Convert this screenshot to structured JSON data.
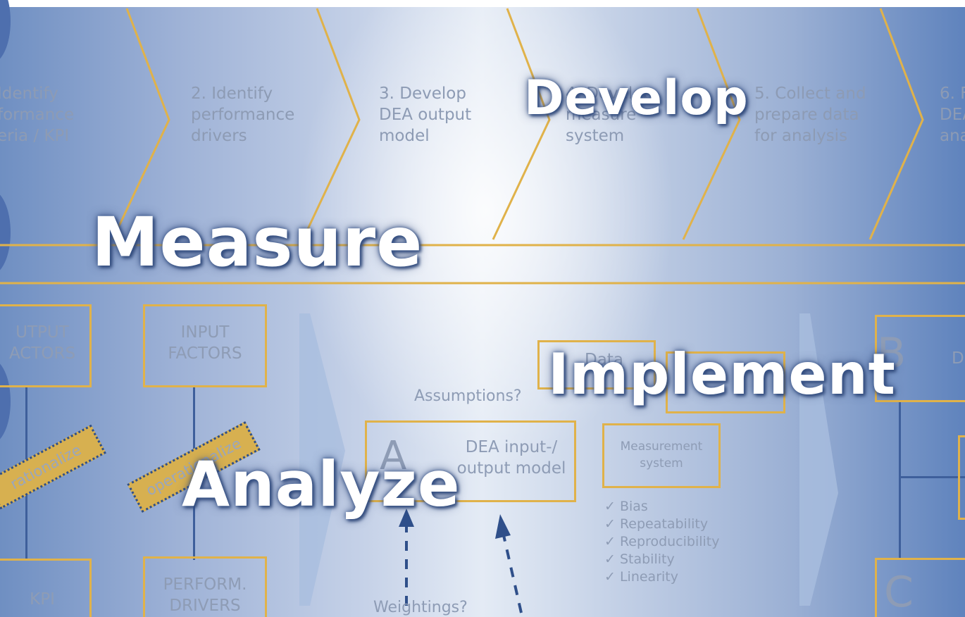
{
  "steps": [
    {
      "label": "Identify\nformance\neria / KPI"
    },
    {
      "label": "2. Identify\nperformance\ndrivers"
    },
    {
      "label": "3. Develop\nDEA output\nmodel"
    },
    {
      "label": "4. Develop\nmeasure\nsystem"
    },
    {
      "label": "5. Collect and\nprepare data\nfor analysis"
    },
    {
      "label": "6. F\nDEA\nana"
    }
  ],
  "diagram": {
    "output_factors": "UTPUT\nACTORS",
    "input_factors": "INPUT\nFACTORS",
    "kpi": "KPI",
    "perform_drivers": "PERFORM.\nDRIVERS",
    "operationalize_left": "rationalize",
    "operationalize_right": "operationalize",
    "assumptions": "Assumptions?",
    "dea_model_letter": "A",
    "dea_model": "DEA input-/\noutput model",
    "weightings": "Weightings?",
    "data_box": "Data",
    "measurement_system": "Measurement\nsystem",
    "checklist": [
      "✓  Bias",
      "✓  Repeatability",
      "✓  Reproducibility",
      "✓  Stability",
      "✓  Linearity"
    ],
    "right_b": "B",
    "right_de": "DE",
    "right_c": "C"
  },
  "overlay_words": {
    "develop": "Develop",
    "measure": "Measure",
    "implement": "Implement",
    "analyze": "Analyze"
  },
  "colors": {
    "accent_gold": "#e0b24a",
    "line_blue": "#3e5f9b",
    "overlay_text": "#ffffff"
  }
}
